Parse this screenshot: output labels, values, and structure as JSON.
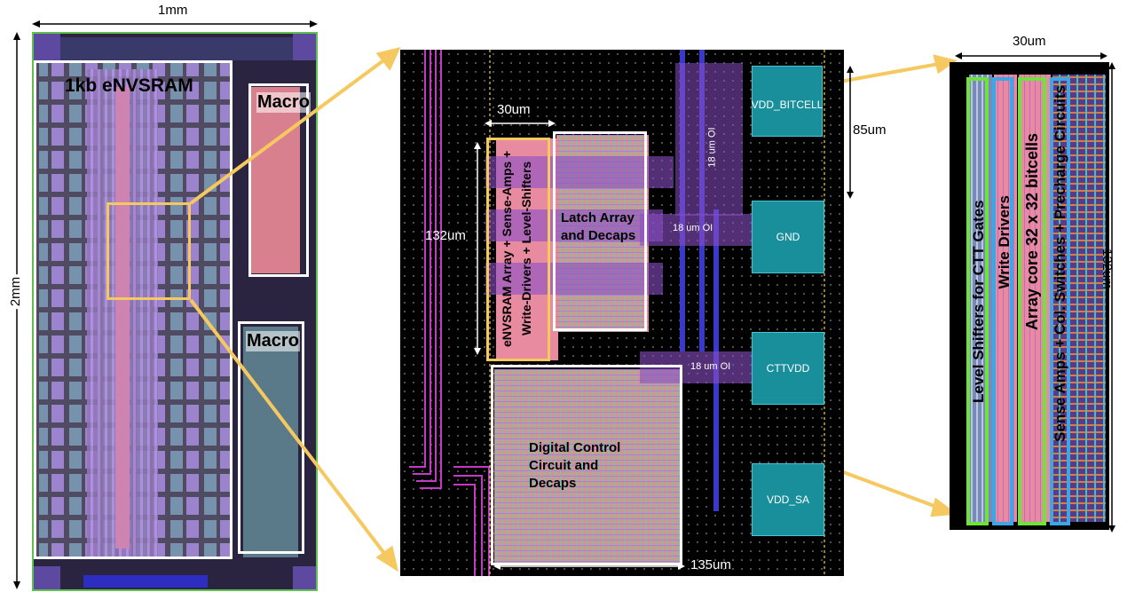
{
  "left_panel": {
    "width_label": "1mm",
    "height_label": "2mm",
    "region_main": "1kb eNVSRAM",
    "region_macro_top": "Macro",
    "region_macro_bottom": "Macro"
  },
  "middle_panel": {
    "width_top_label": "30um",
    "height_right_label": "85um",
    "height_left_label": "132um",
    "width_bottom_label": "135um",
    "block_envsram": "eNVSRAM Array + Sense-Amps + Write-Drivers + Level-Shifters",
    "block_latch": "Latch Array and Decaps",
    "block_digital": "Digital Control Circuit and Decaps",
    "oi_vertical": "18 um OI",
    "oi_gnd": "18 um OI",
    "oi_ctt": "18 um OI",
    "pins": [
      "VDD_BITCELL",
      "GND",
      "CTTVDD",
      "VDD_SA"
    ]
  },
  "right_panel": {
    "width_label": "30um",
    "height_label": "132um",
    "columns": [
      "Level Shifters for CTT Gates",
      "Write Drivers",
      "Array core 32 x 32 bitcells",
      "Sense Amps + Col. Switches + Precharge Circuits"
    ]
  },
  "colors": {
    "highlight_yellow": "#f5c860",
    "frame_white": "#ffffff",
    "pin_teal": "#1a8f9c",
    "oi_purple": "#8a4fc4",
    "green_box": "#6ee33a",
    "blue_box": "#3aa7e8"
  }
}
